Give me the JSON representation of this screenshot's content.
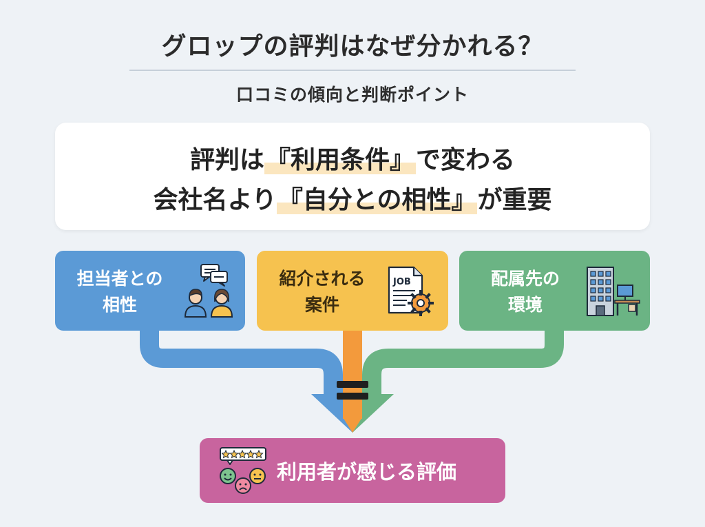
{
  "header": {
    "title": "グロップの評判はなぜ分かれる？",
    "subtitle": "口コミの傾向と判断ポイント"
  },
  "message": {
    "line1_pre": "評判は",
    "line1_highlight": "『利用条件』",
    "line1_post": "で変わる",
    "line2_pre": "会社名より",
    "line2_highlight": "『自分との相性』",
    "line2_post": "が重要"
  },
  "factors": [
    {
      "line1": "担当者との",
      "line2": "相性",
      "icon": "consultation-people-icon",
      "color": "#5b9ad6"
    },
    {
      "line1": "紹介される",
      "line2": "案件",
      "icon": "job-document-gear-icon",
      "color": "#f6c24f"
    },
    {
      "line1": "配属先の",
      "line2": "環境",
      "icon": "office-building-desk-icon",
      "color": "#6bb484"
    }
  ],
  "job_icon_text": "JOB",
  "operator": "=",
  "result": {
    "label": "利用者が感じる評価",
    "icon": "star-rating-faces-icon",
    "color": "#c8649e"
  },
  "colors": {
    "background": "#eef2f6",
    "highlight": "#fbe6bf",
    "arrow_blue": "#5b9ad6",
    "arrow_orange": "#f39a3c",
    "arrow_green": "#6bb484"
  }
}
